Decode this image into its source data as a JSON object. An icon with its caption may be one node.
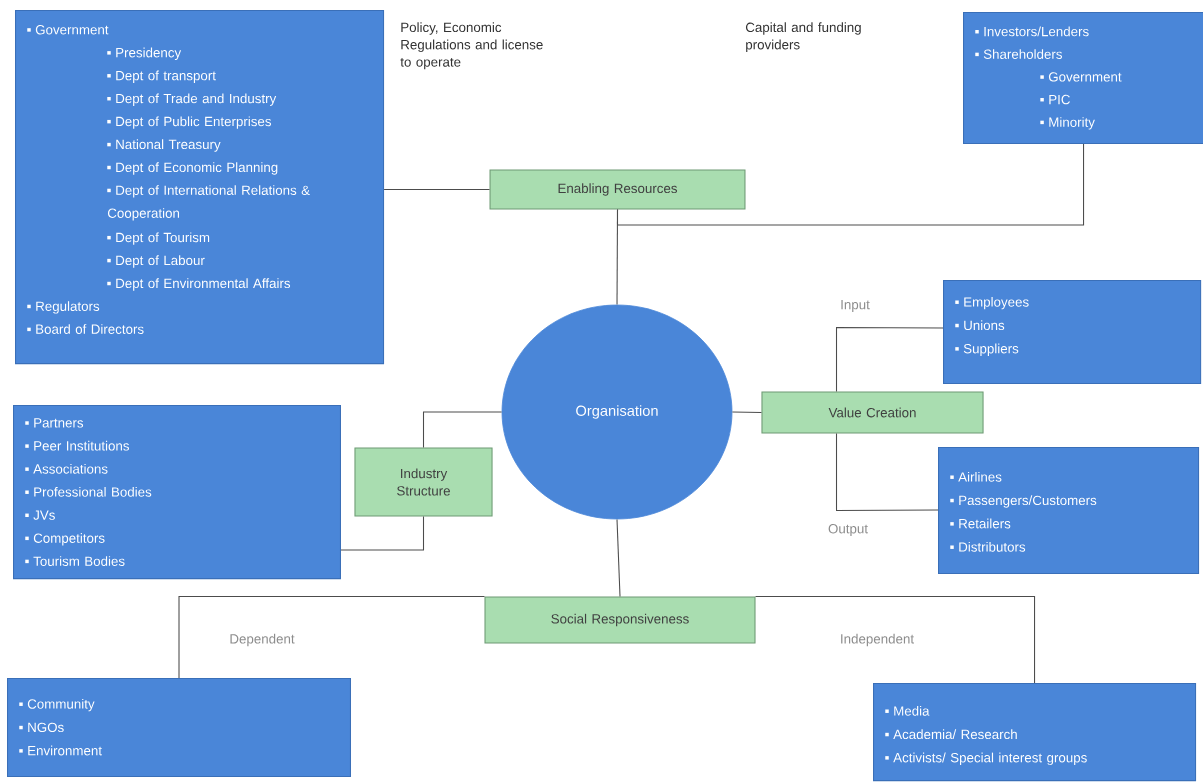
{
  "diagram": {
    "nodes": [
      {
        "text": [
          "Government",
          "Presidency",
          "Dept of transport",
          "Dept of Trade and Industry",
          "Dept of Public Enterprises",
          "National Treasury",
          "Dept of Economic Planning",
          "Dept of International Relations & Cooperation",
          "Dept of Tourism",
          "Dept of Labour",
          "Dept of Environmental Affairs",
          "Regulators",
          "Board of Directors"
        ]
      },
      {
        "text": [
          "Enabling Resources"
        ]
      },
      {
        "text": [
          "Investors/Lenders",
          "Shareholders",
          "Government",
          "PIC",
          "Minority"
        ]
      },
      {
        "text": [
          "Organisation"
        ]
      },
      {
        "text": [
          "Value Creation"
        ]
      },
      {
        "text": [
          "Employees",
          "Unions",
          "Suppliers"
        ]
      },
      {
        "text": [
          "Airlines",
          "Passengers/Customers",
          "Retailers",
          "Distributors"
        ]
      },
      {
        "text": [
          "Industry Structure"
        ]
      },
      {
        "text": [
          "Partners",
          "Peer Institutions",
          "Associations",
          "Professional Bodies",
          "JVs",
          "Competitors",
          "Tourism Bodies"
        ]
      },
      {
        "text": [
          "Social Responsiveness"
        ]
      },
      {
        "text": [
          "Community",
          "NGOs",
          "Environment"
        ]
      },
      {
        "text": [
          "Media",
          "Academia/ Research",
          "Activists/ Special interest groups"
        ]
      }
    ],
    "edges": [
      {
        "from": 0,
        "to": 1,
        "arrow": "none"
      },
      {
        "from": 1,
        "to": 2,
        "arrow": "none"
      },
      {
        "from": 1,
        "to": 3,
        "arrow": "none"
      },
      {
        "from": 3,
        "to": 4,
        "arrow": "none"
      },
      {
        "from": 4,
        "to": 5,
        "arrow": "none",
        "label": "Input"
      },
      {
        "from": 4,
        "to": 6,
        "arrow": "none",
        "label": "Output"
      },
      {
        "from": 3,
        "to": 7,
        "arrow": "none"
      },
      {
        "from": 7,
        "to": 8,
        "arrow": "none"
      },
      {
        "from": 3,
        "to": 9,
        "arrow": "none"
      },
      {
        "from": 9,
        "to": 10,
        "arrow": "none",
        "label": "Dependent"
      },
      {
        "from": 9,
        "to": 11,
        "arrow": "none",
        "label": "Independent"
      }
    ],
    "labels": [
      "Policy, Economic Regulations and license to operate",
      "Capital and funding providers"
    ]
  }
}
